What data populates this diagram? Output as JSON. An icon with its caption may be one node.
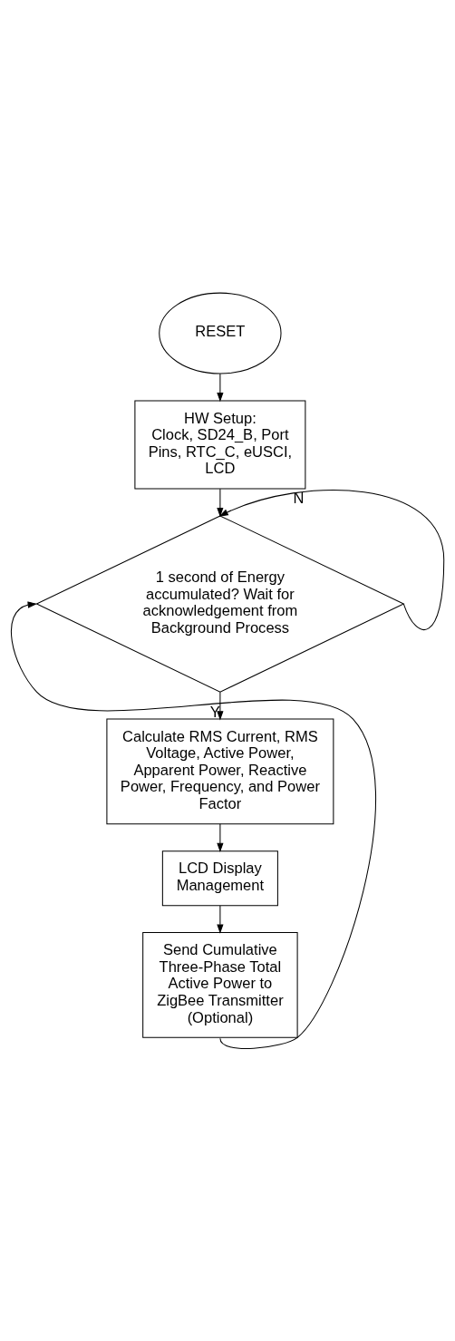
{
  "diagram": {
    "nodes": [
      {
        "text": [
          "RESET"
        ]
      },
      {
        "text": [
          "HW Setup:",
          "Clock, SD24_B, Port Pins, RTC_C, eUSCI, LCD"
        ]
      },
      {
        "text": [
          "1 second of Energy accumulated? Wait for acknowledgement from Background Process"
        ]
      },
      {
        "text": [
          "Calculate RMS Current, RMS Voltage, Active Power, Apparent Power, Reactive Power, Frequency, and Power Factor"
        ]
      },
      {
        "text": [
          "LCD Display Management"
        ]
      },
      {
        "text": [
          "Send Cumulative Three-Phase Total Active Power to ZigBee Transmitter (Optional)"
        ]
      }
    ],
    "edges": [
      {
        "from": 0,
        "to": 1,
        "arrow": "to"
      },
      {
        "from": 1,
        "to": 2,
        "arrow": "to"
      },
      {
        "from": 2,
        "to": 2,
        "arrow": "to",
        "label": "N"
      },
      {
        "from": 2,
        "to": 3,
        "arrow": "to",
        "label": "Y"
      },
      {
        "from": 3,
        "to": 4,
        "arrow": "to"
      },
      {
        "from": 4,
        "to": 5,
        "arrow": "to"
      },
      {
        "from": 5,
        "to": 2,
        "arrow": "to"
      }
    ]
  }
}
